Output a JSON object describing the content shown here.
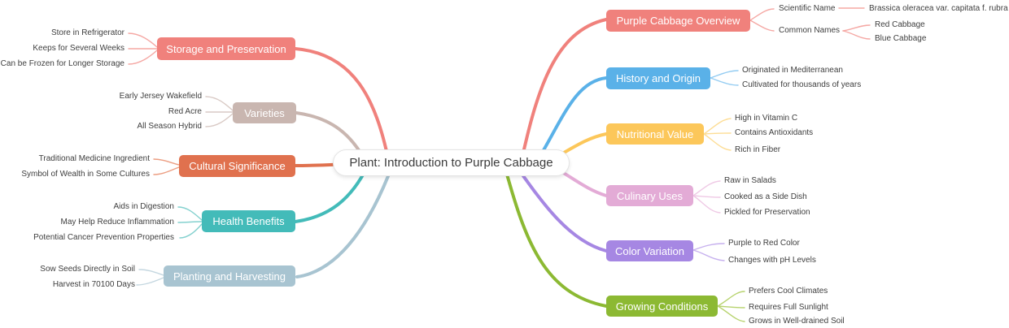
{
  "center": {
    "label": "Plant: Introduction to Purple Cabbage"
  },
  "left_branches": [
    {
      "label": "Storage and Preservation",
      "color": "#f0817c",
      "line_color": "#f5a8a4",
      "children": [
        {
          "label": "Store in Refrigerator"
        },
        {
          "label": "Keeps for Several Weeks"
        },
        {
          "label": "Can be Frozen for Longer Storage"
        }
      ]
    },
    {
      "label": "Varieties",
      "color": "#c9b6b0",
      "line_color": "#d9cac5",
      "children": [
        {
          "label": "Early Jersey Wakefield"
        },
        {
          "label": "Red Acre"
        },
        {
          "label": "All Season Hybrid"
        }
      ]
    },
    {
      "label": "Cultural Significance",
      "color": "#e0714e",
      "line_color": "#ec9e82",
      "children": [
        {
          "label": "Traditional Medicine Ingredient"
        },
        {
          "label": "Symbol of Wealth in Some Cultures"
        }
      ]
    },
    {
      "label": "Health Benefits",
      "color": "#43bbb9",
      "line_color": "#84d1cf",
      "children": [
        {
          "label": "Aids in Digestion"
        },
        {
          "label": "May Help Reduce Inflammation"
        },
        {
          "label": "Potential Cancer Prevention Properties"
        }
      ]
    },
    {
      "label": "Planting and Harvesting",
      "color": "#a8c4d1",
      "line_color": "#c4d7e0",
      "children": [
        {
          "label": "Sow Seeds Directly in Soil"
        },
        {
          "label": "Harvest in 70100 Days"
        }
      ]
    }
  ],
  "right_branches": [
    {
      "label": "Purple Cabbage Overview",
      "color": "#f0817c",
      "line_color": "#f5a8a4",
      "children": [
        {
          "label": "Scientific Name",
          "children": [
            {
              "label": "Brassica oleracea var. capitata f. rubra"
            }
          ]
        },
        {
          "label": "Common Names",
          "children": [
            {
              "label": "Red Cabbage"
            },
            {
              "label": "Blue Cabbage"
            }
          ]
        }
      ]
    },
    {
      "label": "History and Origin",
      "color": "#5ab1e8",
      "line_color": "#93ccf2",
      "children": [
        {
          "label": "Originated in Mediterranean"
        },
        {
          "label": "Cultivated for thousands of years"
        }
      ]
    },
    {
      "label": "Nutritional Value",
      "color": "#fcc75a",
      "line_color": "#fddd95",
      "children": [
        {
          "label": "High in Vitamin C"
        },
        {
          "label": "Contains Antioxidants"
        },
        {
          "label": "Rich in Fiber"
        }
      ]
    },
    {
      "label": "Culinary Uses",
      "color": "#e3abd6",
      "line_color": "#efc9e5",
      "children": [
        {
          "label": "Raw in Salads"
        },
        {
          "label": "Cooked as a Side Dish"
        },
        {
          "label": "Pickled for Preservation"
        }
      ]
    },
    {
      "label": "Color Variation",
      "color": "#a687e3",
      "line_color": "#c6b0ee",
      "children": [
        {
          "label": "Purple to Red Color"
        },
        {
          "label": "Changes with pH Levels"
        }
      ]
    },
    {
      "label": "Growing Conditions",
      "color": "#8cb933",
      "line_color": "#b7d36e",
      "children": [
        {
          "label": "Prefers Cool Climates"
        },
        {
          "label": "Requires Full Sunlight"
        },
        {
          "label": "Grows in Well-drained Soil"
        }
      ]
    }
  ]
}
